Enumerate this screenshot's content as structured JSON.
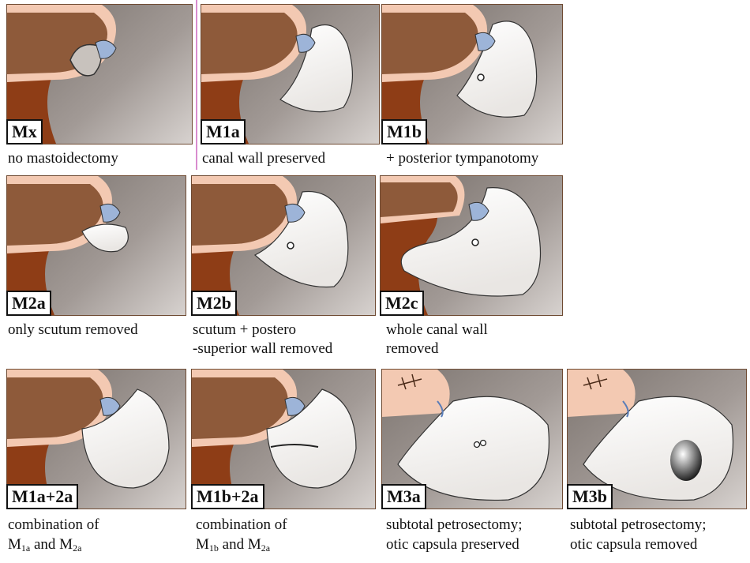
{
  "colors": {
    "bone": "#8e3d16",
    "skin": "#f3c9b2",
    "cavity_grey": "#8f8783",
    "cavity_light": "#f1efed",
    "ossicle_blue": "#9db4d8",
    "accent_divider": "#d98ccf"
  },
  "panels": [
    {
      "id": "mx",
      "label": "Mx",
      "caption1": "no mastoidectomy",
      "caption2": ""
    },
    {
      "id": "m1a",
      "label": "M1a",
      "caption1": "canal wall preserved",
      "caption2": ""
    },
    {
      "id": "m1b",
      "label": "M1b",
      "caption1": "+ posterior tympanotomy",
      "caption2": ""
    },
    {
      "id": "m2a",
      "label": "M2a",
      "caption1": "only scutum removed",
      "caption2": ""
    },
    {
      "id": "m2b",
      "label": "M2b",
      "caption1": "scutum + postero",
      "caption2": "-superior wall removed"
    },
    {
      "id": "m2c",
      "label": "M2c",
      "caption1": "whole canal wall",
      "caption2": "removed"
    },
    {
      "id": "m1a2a",
      "label": "M1a+2a",
      "caption1": "combination of",
      "c2_pre": "M",
      "c2_sub1": "1a",
      "c2_mid": " and M",
      "c2_sub2": "2a"
    },
    {
      "id": "m1b2a",
      "label": "M1b+2a",
      "caption1": "combination of",
      "c2_pre": "M",
      "c2_sub1": "1b",
      "c2_mid": " and M",
      "c2_sub2": "2a"
    },
    {
      "id": "m3a",
      "label": "M3a",
      "caption1": "subtotal petrosectomy;",
      "caption2": "otic capsula preserved"
    },
    {
      "id": "m3b",
      "label": "M3b",
      "caption1": "subtotal petrosectomy;",
      "caption2": "otic capsula removed"
    }
  ]
}
